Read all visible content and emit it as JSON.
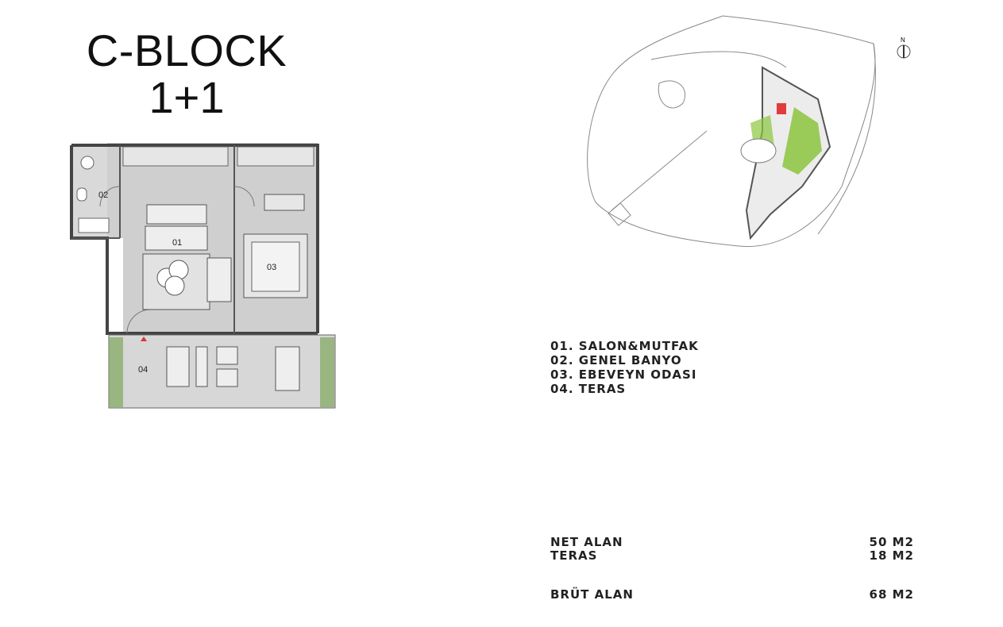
{
  "header": {
    "title": "C-BLOCK",
    "subtitle": "1+1"
  },
  "plan": {
    "rooms": [
      {
        "code": "01"
      },
      {
        "code": "02"
      },
      {
        "code": "03"
      },
      {
        "code": "04"
      }
    ]
  },
  "site_plan": {
    "north_label": "N",
    "colors": {
      "highlight": "#e33b3b",
      "green": "#8cc63e",
      "outline": "#888888"
    }
  },
  "legend": {
    "items": [
      "01. SALON&MUTFAK",
      "02. GENEL BANYO",
      "03. EBEVEYN ODASI",
      "04. TERAS"
    ]
  },
  "areas": {
    "net_label": "NET ALAN",
    "net_value": "50 M2",
    "terrace_label": "TERAS",
    "terrace_value": "18 M2",
    "gross_label": "BRÜT ALAN",
    "gross_value": "68 M2"
  }
}
